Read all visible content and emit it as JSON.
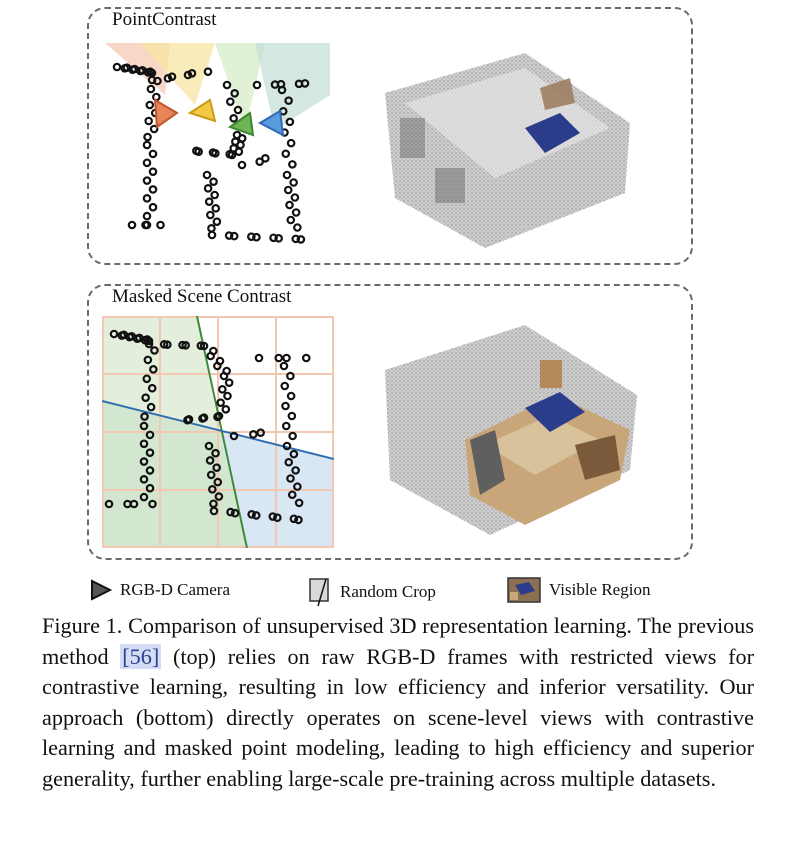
{
  "top_panel": {
    "title": "PointContrast"
  },
  "bottom_panel": {
    "title": "Masked Scene Contrast"
  },
  "legend": {
    "camera": "RGB-D Camera",
    "crop": "Random Crop",
    "visible": "Visible Region"
  },
  "caption": {
    "prefix": "Figure 1.  Comparison of unsupervised 3D representation learning. The previous method ",
    "citation": "[56]",
    "suffix": " (top) relies on raw RGB-D frames with restricted views for contrastive learning, resulting in low efficiency and inferior versatility. Our approach (bottom) directly operates on scene-level views with contrastive learning and masked point modeling, leading to high efficiency and superior generality, further enabling large-scale pre-training across multiple datasets."
  },
  "colors": {
    "camera_orange": "#e8845a",
    "camera_yellow": "#f3c845",
    "camera_green": "#6fb555",
    "camera_blue": "#5a9be0",
    "bed_blue": "#2b3d8a",
    "grid_green": "#cfe3c7",
    "grid_blue": "#cfe0f0",
    "grid_orange": "#f6d8c6"
  }
}
